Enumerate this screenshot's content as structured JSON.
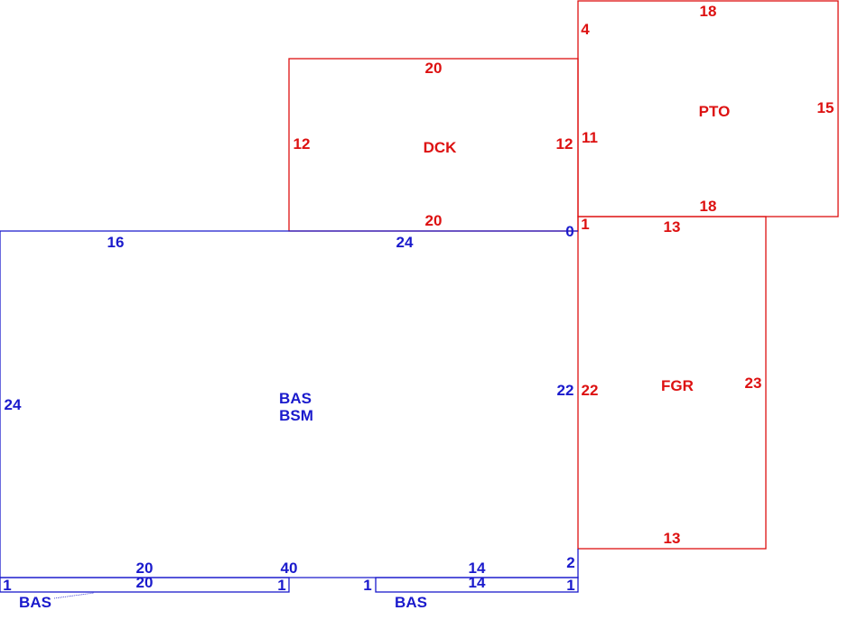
{
  "colors": {
    "blue": "#1a1acc",
    "red": "#dd1111"
  },
  "areas": {
    "pto": "PTO",
    "dck": "DCK",
    "fgr": "FGR",
    "bas_main": "BAS",
    "bsm_main": "BSM",
    "bas_left_strip": "BAS",
    "bas_right_strip": "BAS"
  },
  "dimensions": {
    "pto_top": "18",
    "pto_left_upper": "4",
    "pto_left_lower": "11",
    "pto_right": "15",
    "pto_bottom": "18",
    "dck_top": "20",
    "dck_left": "12",
    "dck_right": "12",
    "dck_bottom": "20",
    "fgr_top": "13",
    "fgr_left_tick": "1",
    "fgr_left": "22",
    "fgr_right": "23",
    "fgr_bottom": "13",
    "bas_top_left": "16",
    "bas_top_right": "24",
    "bas_top_corner": "0",
    "bas_left": "24",
    "bas_right": "22",
    "bas_bottom_left": "20",
    "bas_bottom_mid": "40",
    "bas_bottom_right": "14",
    "bas_bottom_corner": "2",
    "strip_left_top": "20",
    "strip_left_end_left": "1",
    "strip_left_end_right": "1",
    "strip_right_top": "14",
    "strip_right_end_left": "1",
    "strip_right_end_right": "1"
  }
}
